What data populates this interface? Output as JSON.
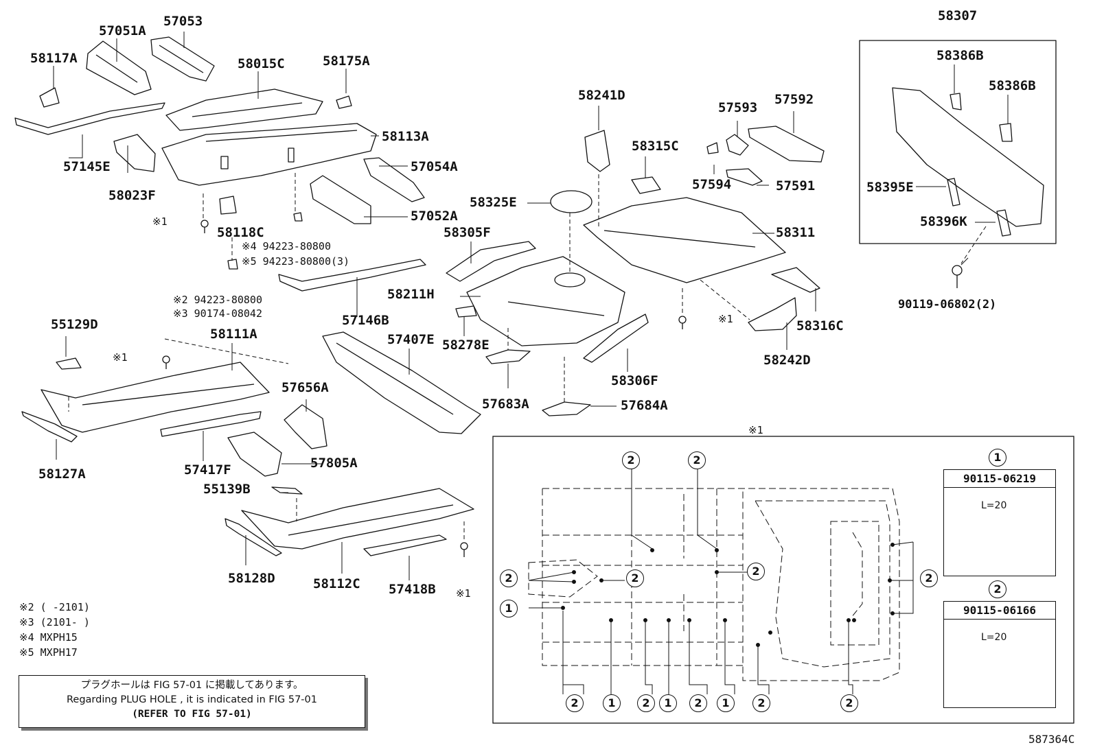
{
  "parts": {
    "p58117A": "58117A",
    "p57051A": "57051A",
    "p57053": "57053",
    "p58015C": "58015C",
    "p58175A": "58175A",
    "p58113A": "58113A",
    "p57145E": "57145E",
    "p58023F": "58023F",
    "p57054A": "57054A",
    "p57052A": "57052A",
    "p58118C": "58118C",
    "p57146B": "57146B",
    "p55129D": "55129D",
    "p58111A": "58111A",
    "p58127A": "58127A",
    "p57417F": "57417F",
    "p57656A": "57656A",
    "p57805A": "57805A",
    "p57407E": "57407E",
    "p58278E": "58278E",
    "p55139B": "55139B",
    "p58128D": "58128D",
    "p58112C": "58112C",
    "p57418B": "57418B",
    "p58241D": "58241D",
    "p58315C": "58315C",
    "p57593": "57593",
    "p57592": "57592",
    "p57594": "57594",
    "p57591": "57591",
    "p58325E": "58325E",
    "p58311": "58311",
    "p58305F": "58305F",
    "p58211H": "58211H",
    "p57683A": "57683A",
    "p58306F": "58306F",
    "p57684A": "57684A",
    "p58316C": "58316C",
    "p58242D": "58242D",
    "p58307": "58307",
    "p58386B_a": "58386B",
    "p58386B_b": "58386B",
    "p58395E": "58395E",
    "p58396K": "58396K",
    "p90119": "90119-06802(2)"
  },
  "notes": {
    "ref1_a": "※1",
    "ref1_b": "※1",
    "ref1_c": "※1",
    "ref1_d": "※1",
    "bolt_4": "※4 94223-80800",
    "bolt_5": "※5 94223-80800(3)",
    "bolt_2": "※2 94223-80800",
    "bolt_3": "※3 90174-08042",
    "detail_title": "※1"
  },
  "footnotes": [
    "※2 (      -2101)",
    "※3 (2101-      )",
    "※4 MXPH15",
    "※5 MXPH17"
  ],
  "reference_box": {
    "line_jp": "プラグホールは FIG 57-01 に掲載してあります。",
    "line_en": "Regarding  PLUG  HOLE , it is indicated in FIG  57-01",
    "line_ref": "(REFER TO FIG 57-01)"
  },
  "fasteners": {
    "f1": {
      "symbol": "1",
      "part": "90115-06219",
      "length": "L=20"
    },
    "f2": {
      "symbol": "2",
      "part": "90115-06166",
      "length": "L=20"
    }
  },
  "detail_markers": {
    "m_top1": "2",
    "m_top2": "2",
    "m_left1": "2",
    "m_left2": "2",
    "m_mid": "2",
    "m_right_a": "2",
    "m_right_b": "2",
    "m_one": "1",
    "b1": "2",
    "b2": "1",
    "b3": "2",
    "b4": "1",
    "b5": "2",
    "b6": "1",
    "b7": "2",
    "b8": "2"
  },
  "figure_id": "587364C"
}
